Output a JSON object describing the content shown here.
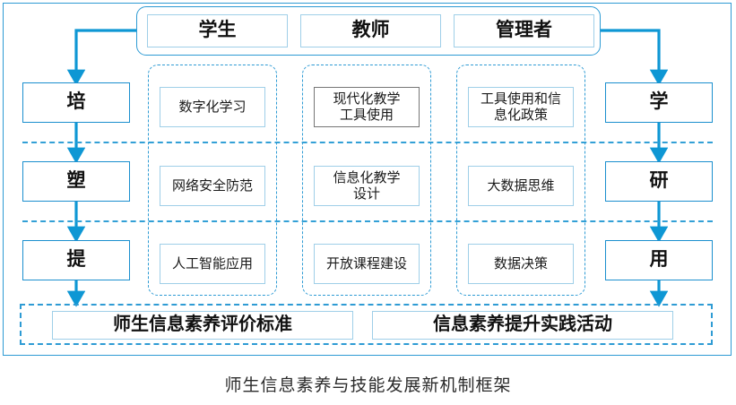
{
  "caption": "师生信息素养与技能发展新机制框架",
  "colors": {
    "accent": "#2e9bd4",
    "connector": "#0e97d4",
    "box_strong_border": "#1b8fce",
    "box_light_border": "#9fcfe8",
    "box_gray_border": "#767676",
    "background": "#ffffff"
  },
  "header": {
    "roles": [
      {
        "label": "学生"
      },
      {
        "label": "教师"
      },
      {
        "label": "管理者"
      }
    ]
  },
  "left_column": {
    "items": [
      {
        "label": "培"
      },
      {
        "label": "塑"
      },
      {
        "label": "提"
      }
    ]
  },
  "right_column": {
    "items": [
      {
        "label": "学"
      },
      {
        "label": "研"
      },
      {
        "label": "用"
      }
    ]
  },
  "middle_columns": [
    {
      "name": "student-column",
      "cells": [
        {
          "label": "数字化学习",
          "border": "light"
        },
        {
          "label": "网络安全防范",
          "border": "light"
        },
        {
          "label": "人工智能应用",
          "border": "light"
        }
      ]
    },
    {
      "name": "teacher-column",
      "cells": [
        {
          "label": "现代化教学\n工具使用",
          "line1": "现代化教学",
          "line2": "工具使用",
          "border": "gray"
        },
        {
          "label": "信息化教学\n设计",
          "line1": "信息化教学",
          "line2": "设计",
          "border": "light"
        },
        {
          "label": "开放课程建设",
          "border": "light"
        }
      ]
    },
    {
      "name": "manager-column",
      "cells": [
        {
          "label": "工具使用和信\n息化政策",
          "line1": "工具使用和信",
          "line2": "息化政策",
          "border": "light"
        },
        {
          "label": "大数据思维",
          "border": "light"
        },
        {
          "label": "数据决策",
          "border": "light"
        }
      ]
    }
  ],
  "bottom_band": {
    "items": [
      {
        "label": "师生信息素养评价标准"
      },
      {
        "label": "信息素养提升实践活动"
      }
    ]
  }
}
